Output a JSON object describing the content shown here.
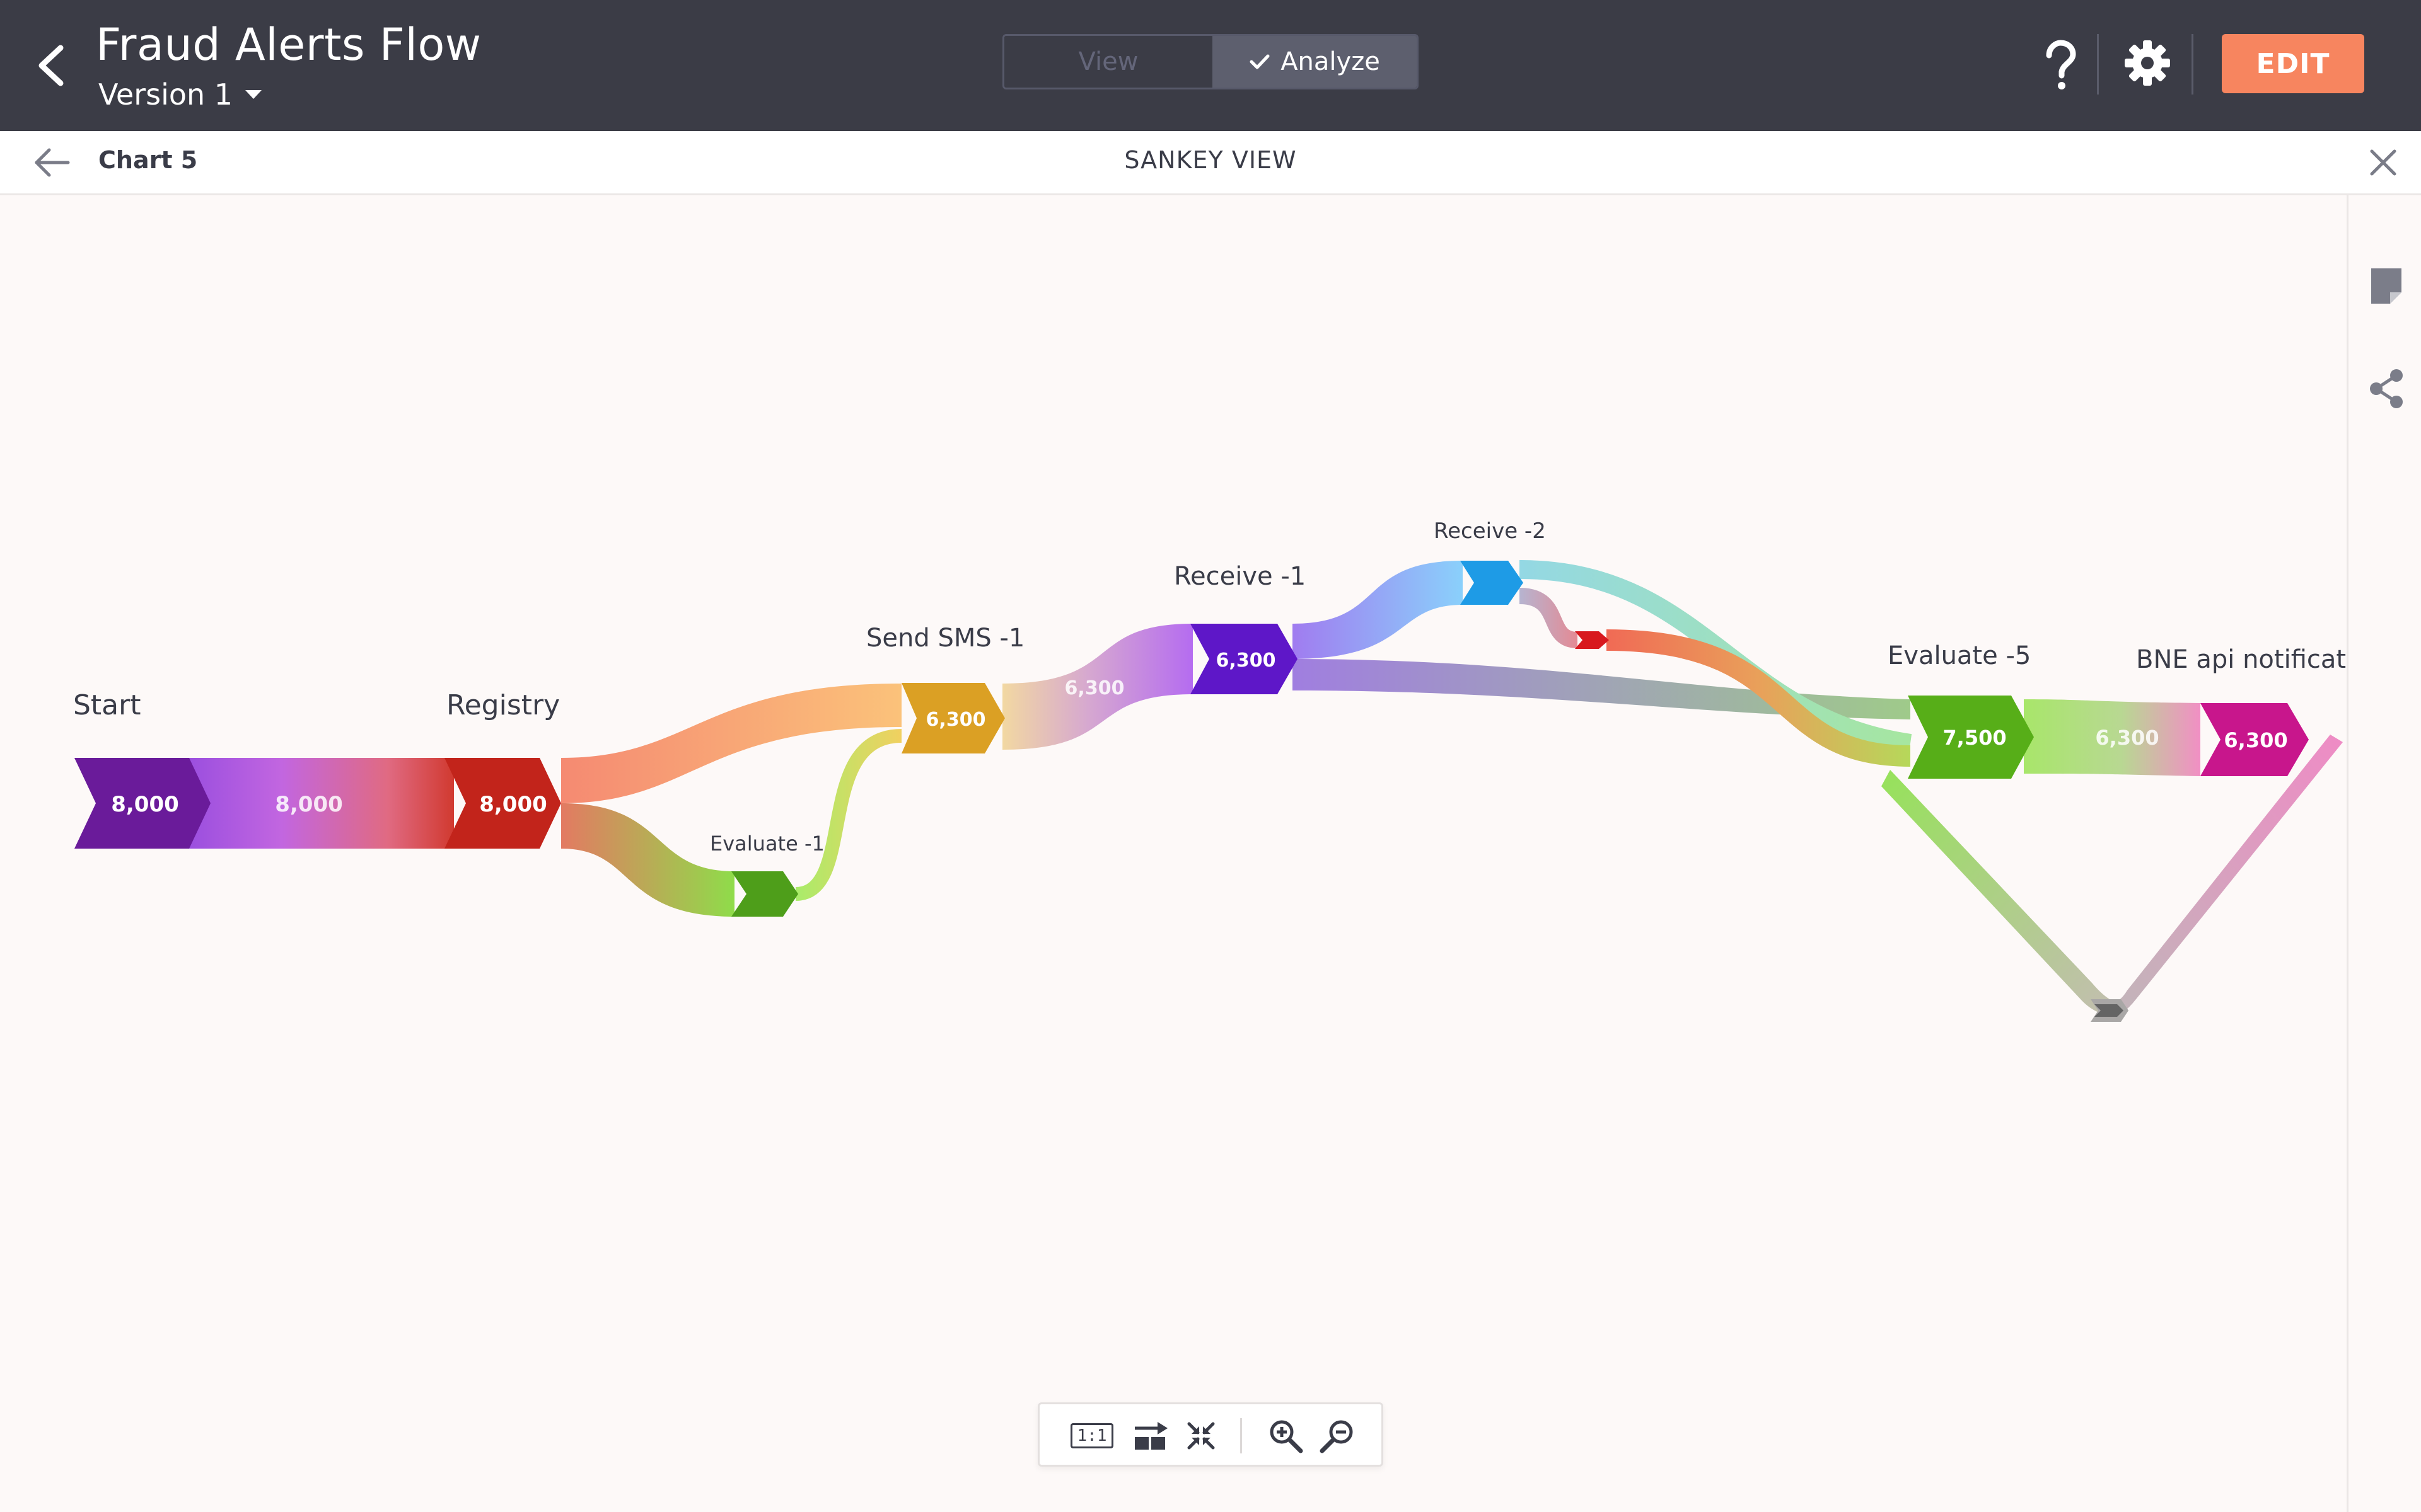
{
  "header": {
    "title": "Fraud Alerts Flow",
    "version": "Version 1",
    "mode_view": "View",
    "mode_analyze": "Analyze",
    "edit_label": "EDIT"
  },
  "subheader": {
    "chart_name": "Chart 5",
    "view_title": "SANKEY VIEW"
  },
  "toolbar": {
    "fit_label": "1:1"
  },
  "colors": {
    "topbar": "#3b3c46",
    "edit_button": "#f7855f",
    "canvas": "#fdf9f8"
  },
  "chart_data": {
    "type": "sankey",
    "unit": "count",
    "nodes": [
      {
        "id": "start",
        "name": "Start",
        "value": 8000,
        "color": "#6a1b9a"
      },
      {
        "id": "registry",
        "name": "Registry",
        "value": 8000,
        "color": "#c2241b"
      },
      {
        "id": "evaluate1",
        "name": "Evaluate -1",
        "value": null,
        "color": "#4e9e1a"
      },
      {
        "id": "sendsms1",
        "name": "Send SMS -1",
        "value": 6300,
        "color": "#dba024"
      },
      {
        "id": "receive1",
        "name": "Receive -1",
        "value": 6300,
        "color": "#5e17c8"
      },
      {
        "id": "receive2",
        "name": "Receive -2",
        "value": null,
        "color": "#1e9be6"
      },
      {
        "id": "hidden_small",
        "name": "",
        "value": null,
        "color": "#d8181e"
      },
      {
        "id": "evaluate5",
        "name": "Evaluate -5",
        "value": 7500,
        "color": "#57ae18"
      },
      {
        "id": "bne",
        "name": "BNE api notificatio",
        "value": 6300,
        "color": "#c8168c"
      },
      {
        "id": "loop_hub",
        "name": "",
        "value": null,
        "color": "#777777"
      }
    ],
    "links": [
      {
        "source": "start",
        "target": "registry",
        "value": 8000,
        "label": "8,000"
      },
      {
        "source": "registry",
        "target": "sendsms1",
        "value": null,
        "label": ""
      },
      {
        "source": "registry",
        "target": "evaluate1",
        "value": null,
        "label": ""
      },
      {
        "source": "evaluate1",
        "target": "sendsms1",
        "value": null,
        "label": ""
      },
      {
        "source": "sendsms1",
        "target": "receive1",
        "value": 6300,
        "label": "6,300"
      },
      {
        "source": "receive1",
        "target": "receive2",
        "value": null,
        "label": ""
      },
      {
        "source": "receive1",
        "target": "evaluate5",
        "value": null,
        "label": ""
      },
      {
        "source": "receive2",
        "target": "evaluate5",
        "value": null,
        "label": ""
      },
      {
        "source": "receive2",
        "target": "hidden_small",
        "value": null,
        "label": ""
      },
      {
        "source": "hidden_small",
        "target": "evaluate5",
        "value": null,
        "label": ""
      },
      {
        "source": "evaluate5",
        "target": "bne",
        "value": 6300,
        "label": "6,300"
      },
      {
        "source": "evaluate5",
        "target": "loop_hub",
        "value": null,
        "label": ""
      },
      {
        "source": "bne",
        "target": "loop_hub",
        "value": null,
        "label": ""
      }
    ]
  }
}
